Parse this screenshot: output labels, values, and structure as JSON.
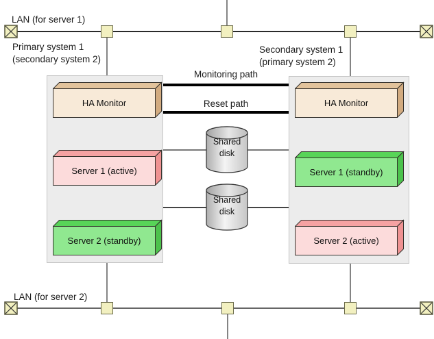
{
  "lan_top": {
    "label": "LAN (for server 1)"
  },
  "lan_bottom": {
    "label": "LAN (for server 2)"
  },
  "left_system": {
    "title_line1": "Primary system 1",
    "title_line2": "(secondary system 2)",
    "boxes": [
      {
        "label": "HA Monitor",
        "role": "monitor"
      },
      {
        "label": "Server 1 (active)",
        "status": "active"
      },
      {
        "label": "Server 2 (standby)",
        "status": "standby"
      }
    ]
  },
  "right_system": {
    "title_line1": "Secondary system 1",
    "title_line2": "(primary system 2)",
    "boxes": [
      {
        "label": "HA Monitor",
        "role": "monitor"
      },
      {
        "label": "Server 1 (standby)",
        "status": "standby"
      },
      {
        "label": "Server 2 (active)",
        "status": "active"
      }
    ]
  },
  "paths": {
    "monitoring_label": "Monitoring path",
    "reset_label": "Reset path"
  },
  "disks": [
    {
      "line1": "Shared",
      "line2": "disk"
    },
    {
      "line1": "Shared",
      "line2": "disk"
    }
  ],
  "icons": {
    "lan_terminator": "network-terminator-icon",
    "lan_node": "lan-node-icon"
  },
  "colors": {
    "ha_monitor_front": "#f8ead8",
    "ha_monitor_top": "#e2c39c",
    "active_front": "#fcdbdb",
    "active_top": "#f5a2a2",
    "standby_front": "#90e890",
    "standby_top": "#58d458",
    "lan_node_fill": "#f2f0c0",
    "container_fill": "#ececec",
    "path_line": "#000000"
  }
}
